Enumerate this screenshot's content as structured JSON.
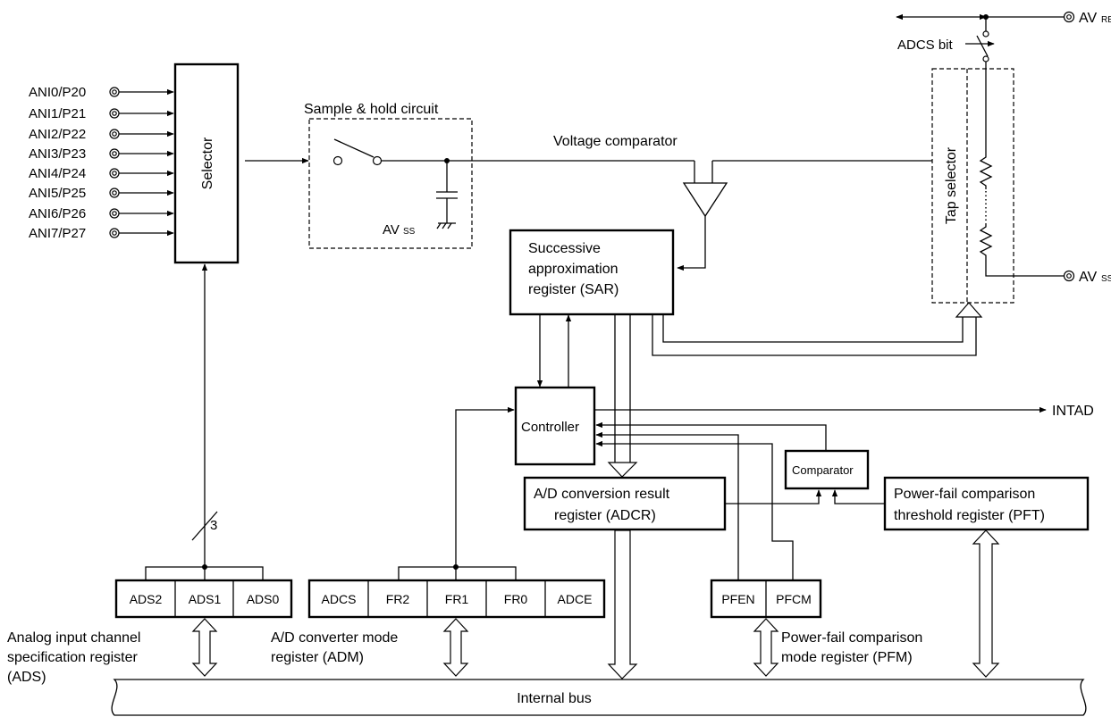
{
  "inputs": [
    {
      "label": "ANI0/P20"
    },
    {
      "label": "ANI1/P21"
    },
    {
      "label": "ANI2/P22"
    },
    {
      "label": "ANI3/P23"
    },
    {
      "label": "ANI4/P24"
    },
    {
      "label": "ANI5/P25"
    },
    {
      "label": "ANI6/P26"
    },
    {
      "label": "ANI7/P27"
    }
  ],
  "selector": {
    "label": "Selector"
  },
  "sample_hold": {
    "label": "Sample & hold circuit",
    "avss_main": "AV",
    "avss_sub": "SS"
  },
  "voltage_comparator": {
    "label": "Voltage comparator"
  },
  "sar": {
    "line1": "Successive",
    "line2": "approximation",
    "line3": "register (SAR)"
  },
  "tap_selector": {
    "label": "Tap selector"
  },
  "avref": {
    "main": "AV",
    "sub": "REF"
  },
  "avss_right": {
    "main": "AV",
    "sub": "SS"
  },
  "adcs_bit": {
    "label": "ADCS bit"
  },
  "controller": {
    "label": "Controller"
  },
  "intad": {
    "label": "INTAD"
  },
  "comparator": {
    "label": "Comparator"
  },
  "adcr": {
    "line1": "A/D conversion result",
    "line2": "register (ADCR)"
  },
  "pft": {
    "line1": "Power-fail comparison",
    "line2": "threshold register (PFT)"
  },
  "bus_width": {
    "label": "3"
  },
  "ads_reg": {
    "bits": [
      "ADS2",
      "ADS1",
      "ADS0"
    ],
    "line1": "Analog input channel",
    "line2": "specification register",
    "line3": "(ADS)"
  },
  "adm_reg": {
    "bits": [
      "ADCS",
      "FR2",
      "FR1",
      "FR0",
      "ADCE"
    ],
    "line1": "A/D converter mode",
    "line2": "register (ADM)"
  },
  "pfm_reg": {
    "bits": [
      "PFEN",
      "PFCM"
    ],
    "line1": "Power-fail comparison",
    "line2": "mode register (PFM)"
  },
  "internal_bus": {
    "label": "Internal bus"
  }
}
